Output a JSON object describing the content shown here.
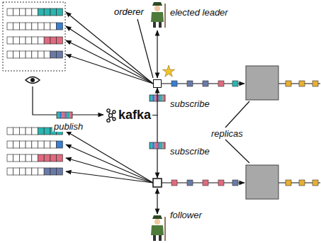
{
  "diagram": {
    "nodes": [
      {
        "text": [
          "orderer"
        ]
      },
      {
        "text": [
          "kafka"
        ]
      }
    ],
    "edges": [
      {
        "from": 1,
        "to": 0,
        "arrow": "to",
        "label": "subscribe"
      }
    ],
    "labels": [
      "elected leader",
      "publish",
      "subscribe",
      "replicas",
      "follower"
    ]
  }
}
